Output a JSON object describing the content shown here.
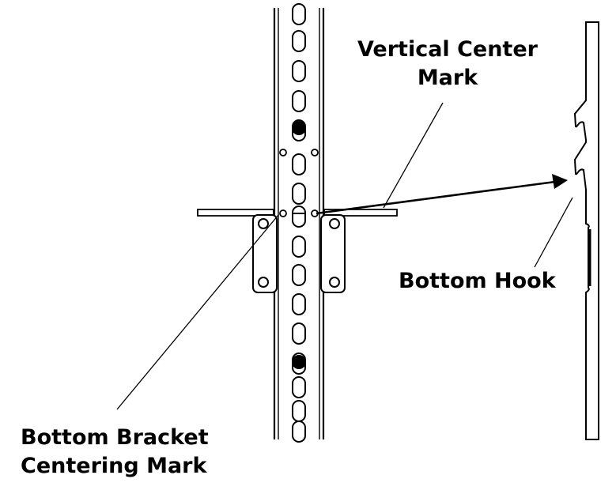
{
  "diagram": {
    "subject": "Wall mount column with bottom bracket and display hook rail",
    "labels": {
      "vertical_center_mark": [
        "Vertical Center",
        "Mark"
      ],
      "bottom_hook": [
        "Bottom Hook"
      ],
      "bottom_bracket_centering_mark": [
        "Bottom Bracket",
        "Centering Mark"
      ]
    },
    "components": {
      "column": "vertical rail with oval slots",
      "filled_markers": 2,
      "bracket": "bottom bracket with four screw holes",
      "hook_rail": "display rail with two hooks"
    },
    "colors": {
      "stroke": "#000000",
      "background": "#ffffff",
      "rail_shadow": "#888888"
    }
  }
}
